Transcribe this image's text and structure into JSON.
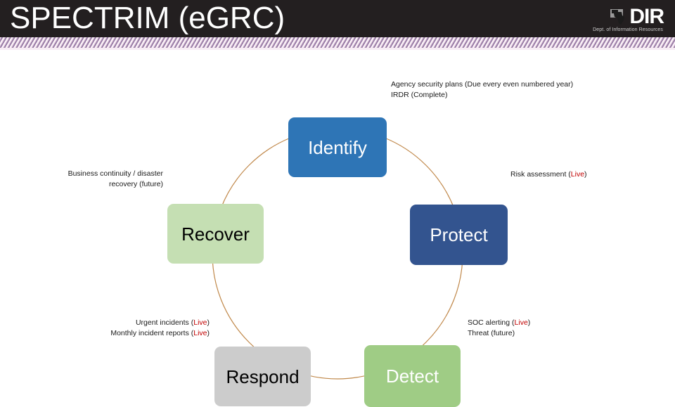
{
  "header": {
    "title": "SPECTRIM (eGRC)",
    "logo": {
      "letters": "DIR",
      "tagline": "Dept. of Information Resources"
    }
  },
  "diagram": {
    "type": "cycle",
    "nodes": [
      {
        "id": "identify",
        "label": "Identify",
        "color": "#2e75b6",
        "text_color": "#ffffff"
      },
      {
        "id": "protect",
        "label": "Protect",
        "color": "#33548f",
        "text_color": "#ffffff"
      },
      {
        "id": "detect",
        "label": "Detect",
        "color": "#9fcc85",
        "text_color": "#ffffff"
      },
      {
        "id": "respond",
        "label": "Respond",
        "color": "#cccccc",
        "text_color": "#000000"
      },
      {
        "id": "recover",
        "label": "Recover",
        "color": "#c5dfb3",
        "text_color": "#000000"
      }
    ],
    "arc_color": "#c0884a",
    "callouts": {
      "identify": {
        "lines": [
          {
            "text": "Agency security plans (Due every even numbered year)",
            "status": ""
          },
          {
            "text": "IRDR (Complete)",
            "status": ""
          }
        ],
        "line1": "Agency security plans (Due every even numbered year)",
        "line2": "IRDR (Complete)"
      },
      "protect": {
        "prefix": "Risk assessment (",
        "status": "Live",
        "suffix": ")"
      },
      "detect": {
        "line1_prefix": "SOC alerting (",
        "line1_status": "Live",
        "line1_suffix": ")",
        "line2": "Threat (future)"
      },
      "respond": {
        "line1_prefix": "Urgent incidents (",
        "line1_status": "Live",
        "line1_suffix": ")",
        "line2_prefix": "Monthly incident reports (",
        "line2_status": "Live",
        "line2_suffix": ")"
      },
      "recover": {
        "line1": "Business continuity / disaster",
        "line2": "recovery (future)"
      }
    }
  },
  "colors": {
    "header_bg": "#231f20",
    "stripe_accent": "#9b7fa8",
    "live_red": "#c00000"
  }
}
